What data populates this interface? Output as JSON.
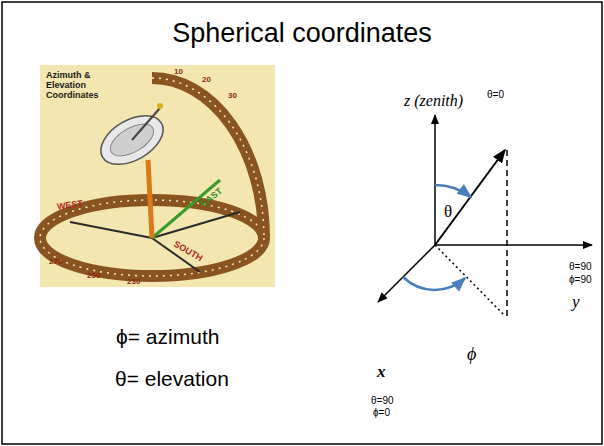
{
  "diagram": {
    "title": "Spherical coordinates",
    "labels": [
      "Azimuth & Elevation Coordinates",
      "WEST",
      "SOUTH",
      "EAST",
      "270",
      "250",
      "230",
      "10",
      "20",
      "30",
      "z (zenith)",
      "θ=0",
      "θ",
      "θ=90",
      "ϕ=90",
      "y",
      "ϕ",
      "x",
      "θ=90",
      "ϕ=0",
      "ϕ= azimuth",
      "θ= elevation"
    ]
  }
}
